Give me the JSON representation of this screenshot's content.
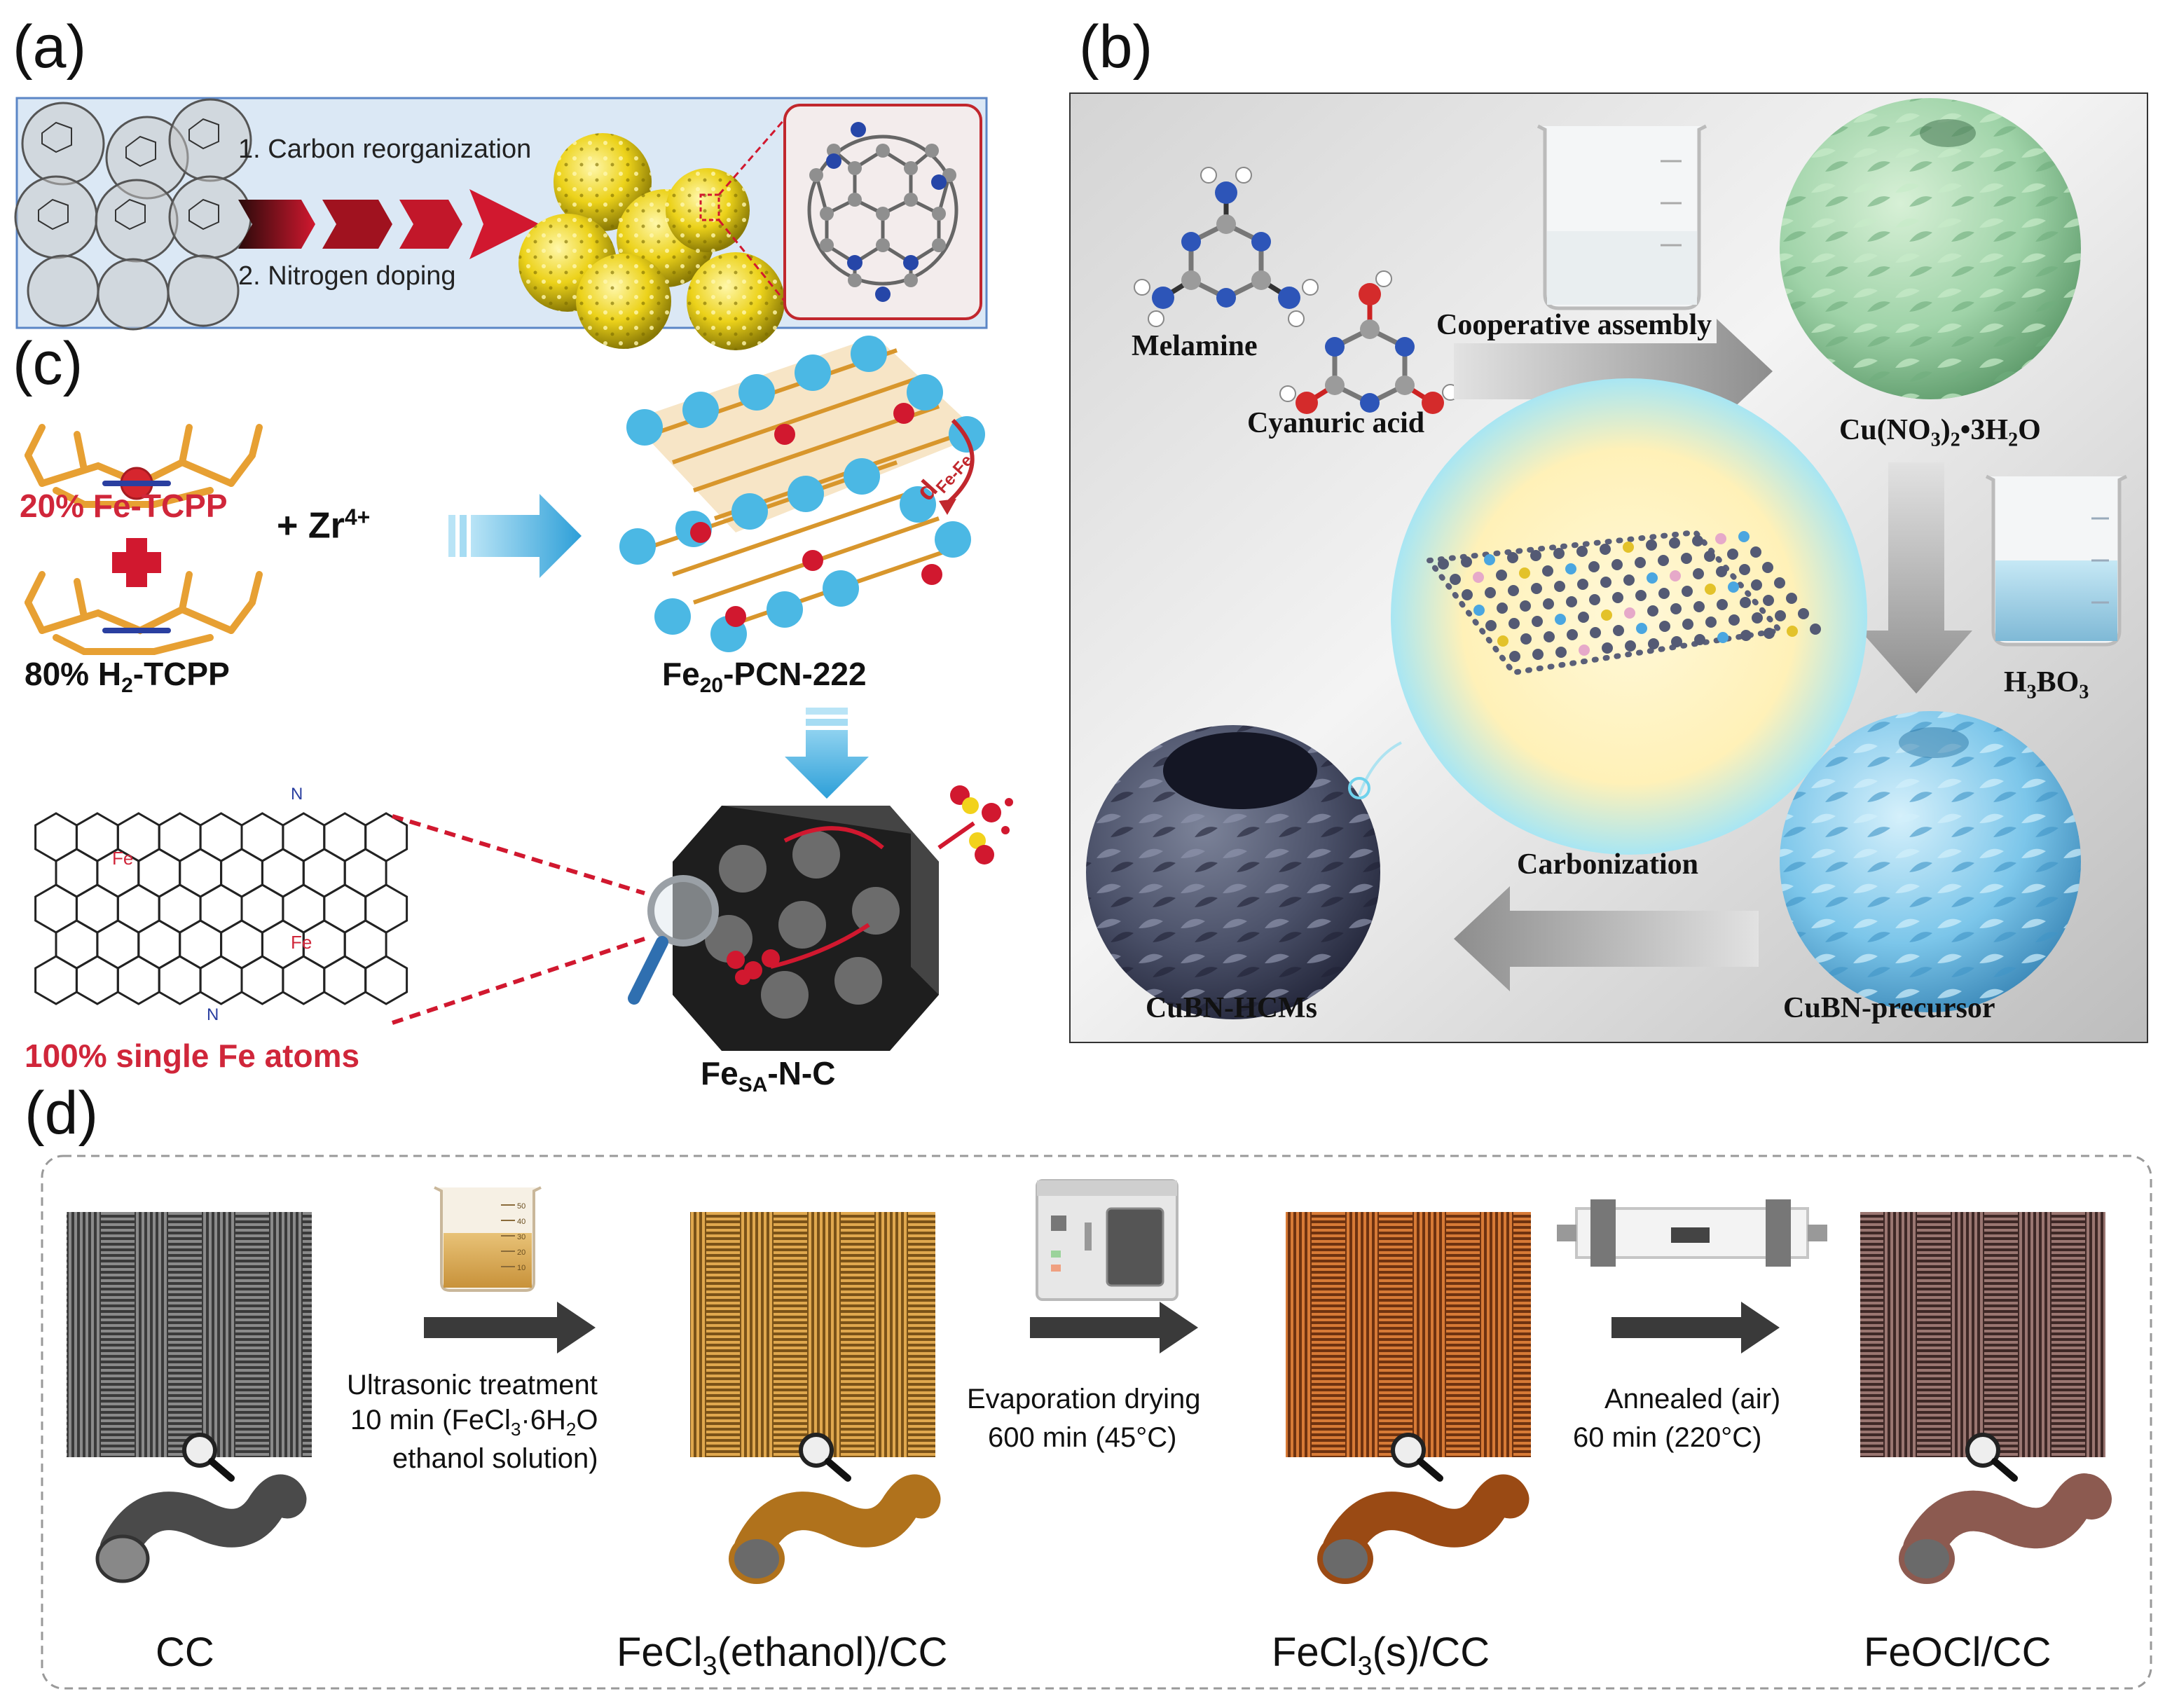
{
  "panels": {
    "a": {
      "label": "(a)",
      "step1": "1. Carbon reorganization",
      "step2": "2. Nitrogen doping"
    },
    "b": {
      "label": "(b)",
      "melamine": "Melamine",
      "cyanuric_acid": "Cyanuric acid",
      "cooperative_assembly": "Cooperative assembly",
      "cu_salt_prefix": "Cu(NO",
      "cu_salt_sub1": "3",
      "cu_salt_mid": ")",
      "cu_salt_sub2": "2",
      "cu_salt_suffix": "•3H",
      "cu_salt_sub3": "2",
      "cu_salt_end": "O",
      "boric_h": "H",
      "boric_sub1": "3",
      "boric_b": "BO",
      "boric_sub2": "3",
      "carbonization": "Carbonization",
      "cubn_hcms": "CuBN-HCMs",
      "cubn_precursor": "CuBN-precursor"
    },
    "c": {
      "label": "(c)",
      "fe_tcpp": "20% Fe-TCPP",
      "h2_tcpp_pre": "80% H",
      "h2_tcpp_sub": "2",
      "h2_tcpp_post": "-TCPP",
      "zr_base": "+ Zr",
      "zr_sup": "4+",
      "pcn_pre": "Fe",
      "pcn_sub": "20",
      "pcn_post": "-PCN-222",
      "dfefe_pre": "d",
      "dfefe_sub": "Fe-Fe",
      "single_fe": "100% single Fe atoms",
      "fesa_pre": "Fe",
      "fesa_sub": "SA",
      "fesa_post": "-N-C",
      "fe_atom_label": "Fe",
      "n_atom_label": "N"
    },
    "d": {
      "label": "(d)",
      "beaker_marks": [
        "50",
        "40",
        "30",
        "20",
        "10"
      ],
      "step1_line1": "Ultrasonic treatment",
      "step1_line2_pre": "10 min (FeCl",
      "step1_line2_sub1": "3",
      "step1_line2_mid": "·6H",
      "step1_line2_sub2": "2",
      "step1_line2_post": "O",
      "step1_line3": "ethanol solution)",
      "step2_line1": "Evaporation drying",
      "step2_line2": "600 min (45°C)",
      "step3_line1": "Annealed (air)",
      "step3_line2": "60 min (220°C)",
      "cc": "CC",
      "fecl3_eth_pre": "FeCl",
      "fecl3_eth_sub": "3",
      "fecl3_eth_post": "(ethanol)/CC",
      "fecl3_s_pre": "FeCl",
      "fecl3_s_sub": "3",
      "fecl3_s_post": "(s)/CC",
      "feocl": "FeOCl/CC"
    }
  },
  "colors": {
    "panel_a_bg": "#dbe8f5",
    "panel_a_border": "#5b86c6",
    "red_text": "#d0263a",
    "yellow_sphere": "#ecd21a",
    "green_sphere": "#9fd3a8",
    "blue_sphere": "#7cc6ea",
    "dark_sphere": "#4a5068",
    "cyan_arrow": "#37a9dc",
    "cc_gray": "#555555",
    "cc_gold": "#c08a3a",
    "cc_copper": "#b8652a",
    "cc_mauve": "#7a5a56"
  },
  "icons": [
    "fullerene-icon",
    "nitrogen-doped-cage-icon",
    "melamine-molecule-icon",
    "cyanuric-acid-molecule-icon",
    "beaker-icon",
    "oven-icon",
    "tube-furnace-icon",
    "magnifier-icon",
    "porphyrin-icon",
    "carbon-cloth-icon",
    "fiber-icon"
  ]
}
